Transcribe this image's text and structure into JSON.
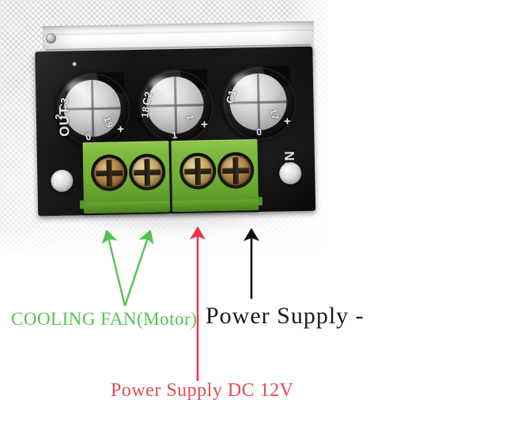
{
  "image": {
    "subject": "PCB power module with heatsink, three electrolytic capacitors and a four-position green screw terminal block, photographed on a white textured cloth background with colored annotation arrows"
  },
  "board": {
    "heatsink_name": "aluminum-heatsink",
    "pcb_color": "#101010",
    "silkscreen": {
      "output_label": "OUT",
      "input_label": "IN"
    },
    "capacitors": [
      {
        "name": "capacitor-1",
        "markings": [
          "C3",
          "2",
          "0",
          "19",
          "+"
        ]
      },
      {
        "name": "capacitor-2",
        "markings": [
          "C2",
          "18",
          "1",
          "1",
          "+"
        ]
      },
      {
        "name": "capacitor-3",
        "markings": [
          "C1",
          "17",
          "0",
          "+"
        ]
      }
    ],
    "terminal_block": {
      "name": "screw-terminal-block",
      "color": "#6fae34",
      "positions": 4,
      "screws": [
        "terminal-screw-1",
        "terminal-screw-2",
        "terminal-screw-3",
        "terminal-screw-4"
      ]
    },
    "mounting_holes": [
      "mounting-hole-left",
      "mounting-hole-right"
    ]
  },
  "annotations": {
    "cooling_fan": {
      "text": "COOLING FAN(Motor)",
      "color": "#55c24f",
      "arrow_style": "double-arrow-v",
      "points_to": [
        "terminal-screw-1",
        "terminal-screw-2"
      ]
    },
    "power_supply_positive": {
      "text": "Power Supply DC 12V",
      "color": "#e24a52",
      "arrow_style": "single-arrow-up",
      "points_to": "terminal-screw-3"
    },
    "power_supply_negative": {
      "text": "Power Supply -",
      "color": "#1a1a1a",
      "arrow_style": "single-arrow-up",
      "points_to": "terminal-screw-4"
    }
  },
  "colors": {
    "green_accent": "#55c24f",
    "red_accent": "#e24a52",
    "black_accent": "#1a1a1a",
    "pcb_black": "#101010",
    "terminal_green": "#6fae34",
    "heatsink_silver": "#e9ebe9",
    "background_white": "#ffffff"
  }
}
